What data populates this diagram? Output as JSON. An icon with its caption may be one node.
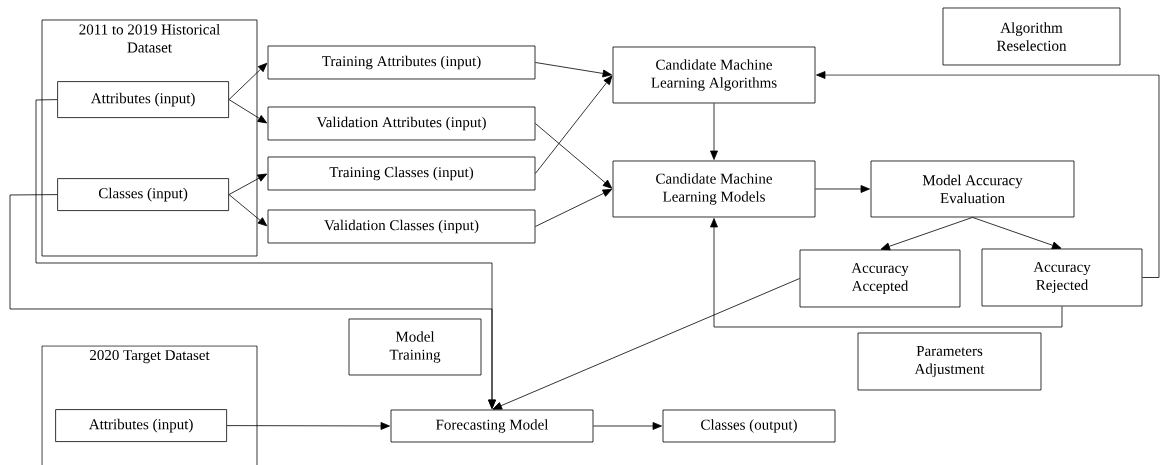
{
  "diagram": {
    "nodes": [
      {
        "text": [
          "2011 to 2019 Historical Dataset"
        ]
      },
      {
        "text": [
          "Attributes (input)"
        ],
        "in": 0
      },
      {
        "text": [
          "Classes (input)"
        ],
        "in": 0
      },
      {
        "text": [
          "Training Attributes (input)"
        ]
      },
      {
        "text": [
          "Validation Attributes (input)"
        ]
      },
      {
        "text": [
          "Training Classes (input)"
        ]
      },
      {
        "text": [
          "Validation Classes (input)"
        ]
      },
      {
        "text": [
          "Candidate Machine Learning Algorithms"
        ]
      },
      {
        "text": [
          "Candidate Machine Learning Models"
        ]
      },
      {
        "text": [
          "Model Accuracy Evaluation"
        ]
      },
      {
        "text": [
          "Accuracy Accepted"
        ]
      },
      {
        "text": [
          "Accuracy Rejected"
        ]
      },
      {
        "text": [
          "Algorithm Reselection"
        ]
      },
      {
        "text": [
          "Parameters Adjustment"
        ]
      },
      {
        "text": [
          "Model Training"
        ]
      },
      {
        "text": [
          "2020 Target Dataset"
        ]
      },
      {
        "text": [
          "Attributes (input)"
        ],
        "in": 15
      },
      {
        "text": [
          "Forecasting Model"
        ]
      },
      {
        "text": [
          "Classes (output)"
        ]
      }
    ],
    "edges": [
      {
        "from": 1,
        "to": 3,
        "arrow": "to"
      },
      {
        "from": 1,
        "to": 4,
        "arrow": "to"
      },
      {
        "from": 2,
        "to": 5,
        "arrow": "to"
      },
      {
        "from": 2,
        "to": 6,
        "arrow": "to"
      },
      {
        "from": 3,
        "to": 7,
        "arrow": "to"
      },
      {
        "from": 5,
        "to": 7,
        "arrow": "to"
      },
      {
        "from": 4,
        "to": 8,
        "arrow": "to"
      },
      {
        "from": 6,
        "to": 8,
        "arrow": "to"
      },
      {
        "from": 7,
        "to": 8,
        "arrow": "to"
      },
      {
        "from": 8,
        "to": 9,
        "arrow": "to"
      },
      {
        "from": 9,
        "to": 10,
        "arrow": "to"
      },
      {
        "from": 9,
        "to": 11,
        "arrow": "to"
      },
      {
        "from": 11,
        "to": 7,
        "arrow": "to"
      },
      {
        "from": 11,
        "to": 8,
        "arrow": "to"
      },
      {
        "from": 10,
        "to": 17,
        "arrow": "to"
      },
      {
        "from": 1,
        "to": 17,
        "arrow": "to"
      },
      {
        "from": 2,
        "to": 17,
        "arrow": "to"
      },
      {
        "from": 16,
        "to": 17,
        "arrow": "to"
      },
      {
        "from": 17,
        "to": 18,
        "arrow": "to"
      }
    ]
  }
}
